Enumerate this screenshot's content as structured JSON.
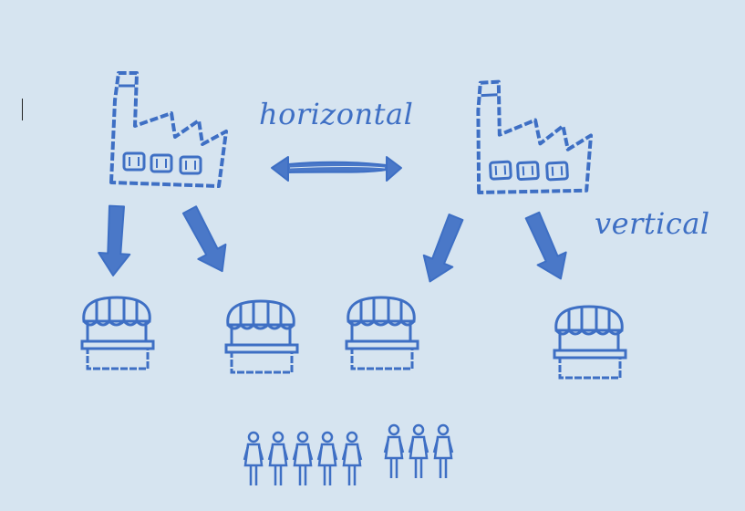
{
  "labels": {
    "horizontal": "horizontal",
    "vertical": "vertical"
  },
  "colors": {
    "background": "#d6e4f0",
    "stroke": "#3e6fc4",
    "fill": "#4a78c8"
  },
  "icons": {
    "factory": "factory-icon",
    "shop": "market-stall-icon",
    "arrow": "arrow-icon",
    "people": "person-icon"
  },
  "people": {
    "group_left_count": 5,
    "group_right_count": 3
  }
}
